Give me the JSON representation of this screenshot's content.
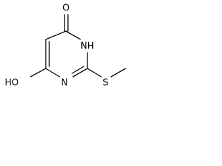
{
  "molecule": {
    "atoms": {
      "carbonyl_oxygen": "O",
      "ring_nh": "NH",
      "ring_n": "N",
      "sulfur": "S",
      "hydroxyl": "HO"
    }
  },
  "colors": {
    "bond": "#000000",
    "label": "#000000",
    "background": "#ffffff"
  }
}
